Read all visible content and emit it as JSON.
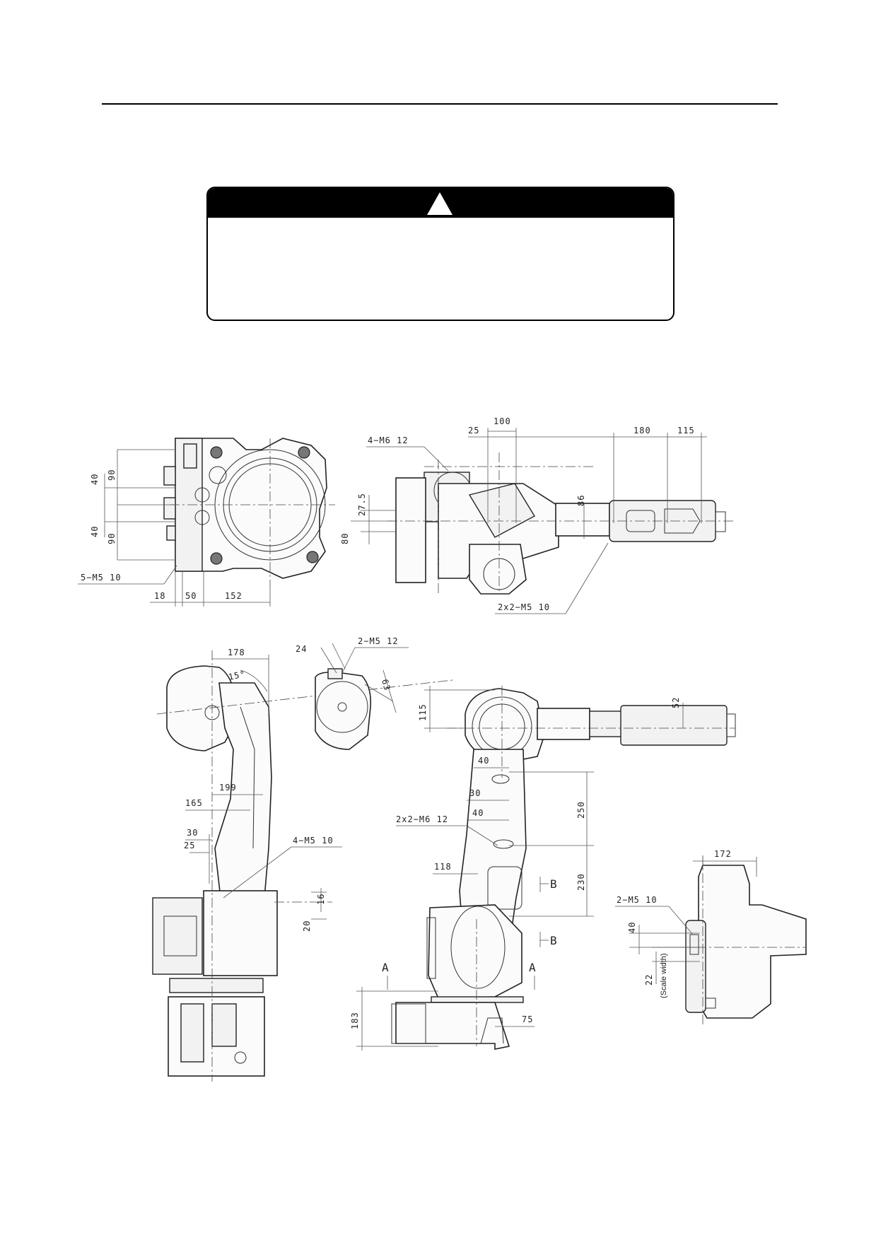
{
  "warning": {
    "icon": "warning-triangle-icon"
  },
  "views": {
    "top_left": {
      "dims": [
        "40",
        "90",
        "40",
        "90",
        "5−M5  10",
        "18",
        "50",
        "152"
      ]
    },
    "top_right": {
      "dims": [
        "100",
        "25",
        "180",
        "115",
        "4−M6  12",
        "27.5",
        "80",
        "86",
        "2x2−M5  10"
      ]
    },
    "side_left": {
      "dims": [
        "178",
        "15°",
        "199",
        "165",
        "30",
        "25",
        "4−M5  10",
        "16",
        "20"
      ]
    },
    "wrist_detail": {
      "dims": [
        "24",
        "2−M5  12",
        "63"
      ]
    },
    "side_center": {
      "dims": [
        "115",
        "52",
        "40",
        "30",
        "40",
        "2x2−M6  12",
        "250",
        "118",
        "230",
        "B",
        "B",
        "A",
        "A",
        "183",
        "75"
      ]
    },
    "detail_right": {
      "dims": [
        "172",
        "2−M5  10",
        "40",
        "22",
        "(Scale width)"
      ]
    }
  }
}
